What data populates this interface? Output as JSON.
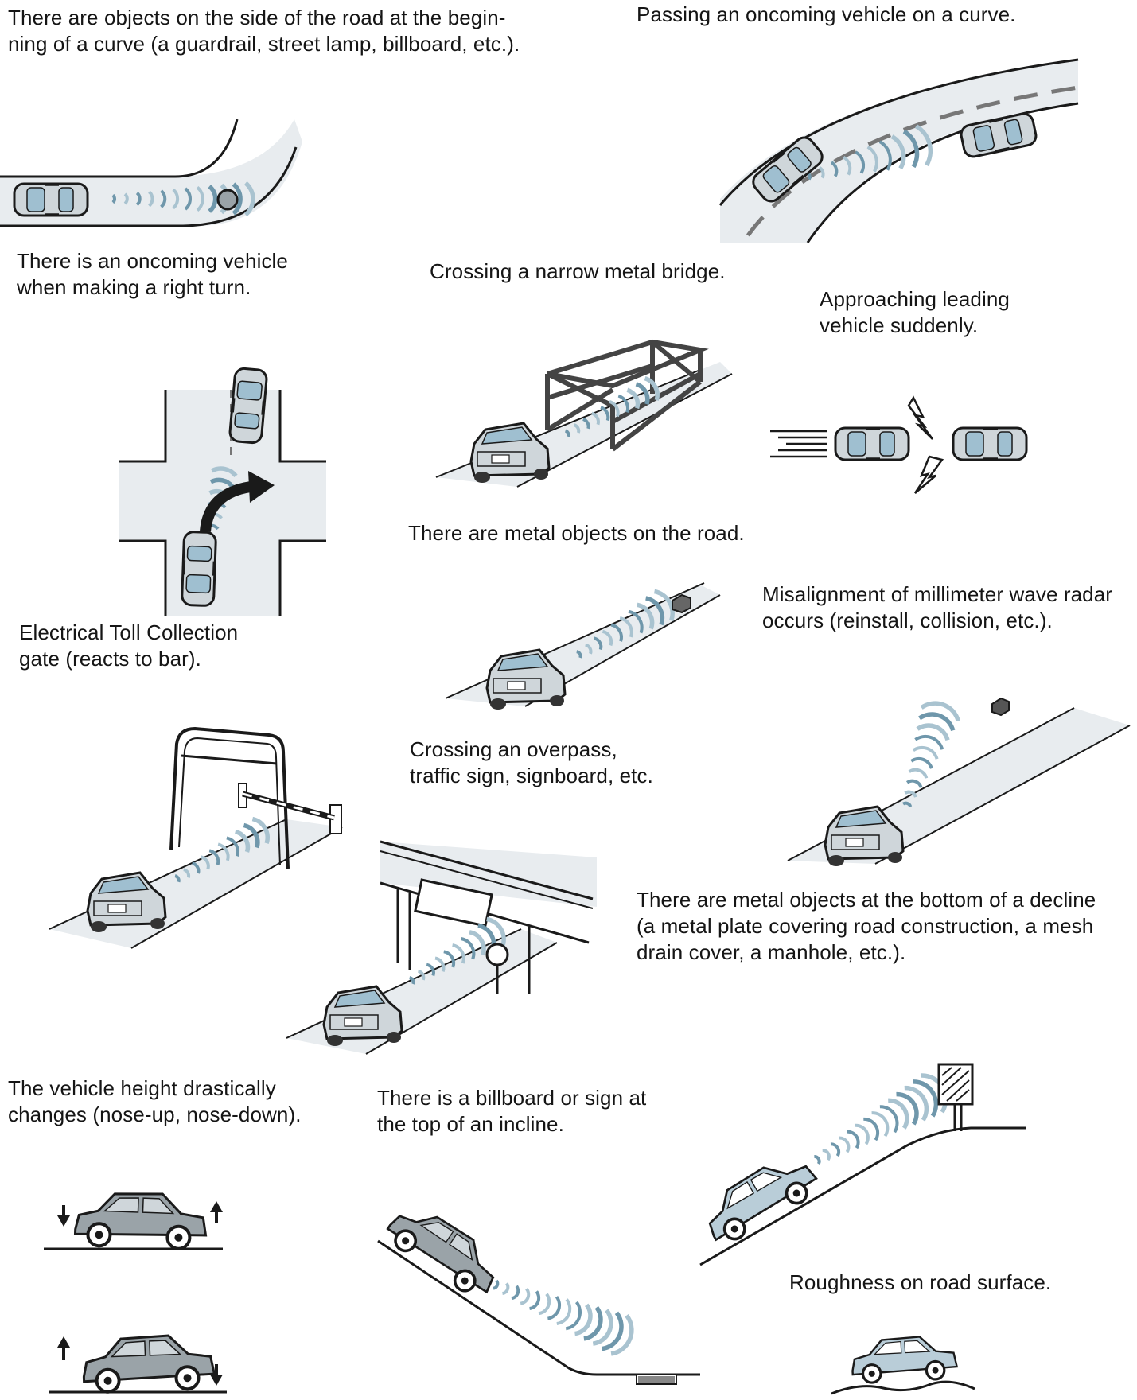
{
  "colors": {
    "road": "#e8ecef",
    "wave": "#6f97ab",
    "wave_light": "#a9c3d0",
    "car_body": "#cfd6da",
    "car_glass": "#9fbfd0",
    "ink": "#1a1a1a"
  },
  "captions": {
    "curve_side_objects": "There are objects on the side of the road at the begin-\nning of a curve (a guardrail, street lamp, billboard, etc.).",
    "passing_oncoming": "Passing an oncoming vehicle on a curve.",
    "oncoming_right_turn": "There is an oncoming vehicle\nwhen making a right turn.",
    "narrow_bridge": "Crossing a narrow metal bridge.",
    "approaching_leading": "Approaching leading\nvehicle suddenly.",
    "metal_objects_road": "There are metal objects on the road.",
    "misalignment": "Misalignment of millimeter wave radar\noccurs (reinstall, collision, etc.).",
    "etc_gate": "Electrical Toll Collection\ngate (reacts to bar).",
    "overpass": "Crossing an overpass,\ntraffic sign, signboard, etc.",
    "metal_bottom_decline": "There are metal objects at the bottom of a decline\n(a metal plate covering road construction, a mesh\ndrain cover, a manhole, etc.).",
    "vehicle_height": "The vehicle height drastically\nchanges (nose-up, nose-down).",
    "billboard_incline": "There is a billboard or sign at\nthe top of an incline.",
    "roughness": "Roughness on road surface."
  },
  "icons": [
    "car-top-view-icon",
    "car-side-view-icon",
    "radar-wave-icon",
    "turn-arrow-icon",
    "lightning-icon",
    "up-arrow-icon",
    "down-arrow-icon",
    "metal-bridge-icon",
    "etc-gate-icon",
    "overpass-icon",
    "billboard-icon",
    "metal-block-icon"
  ]
}
